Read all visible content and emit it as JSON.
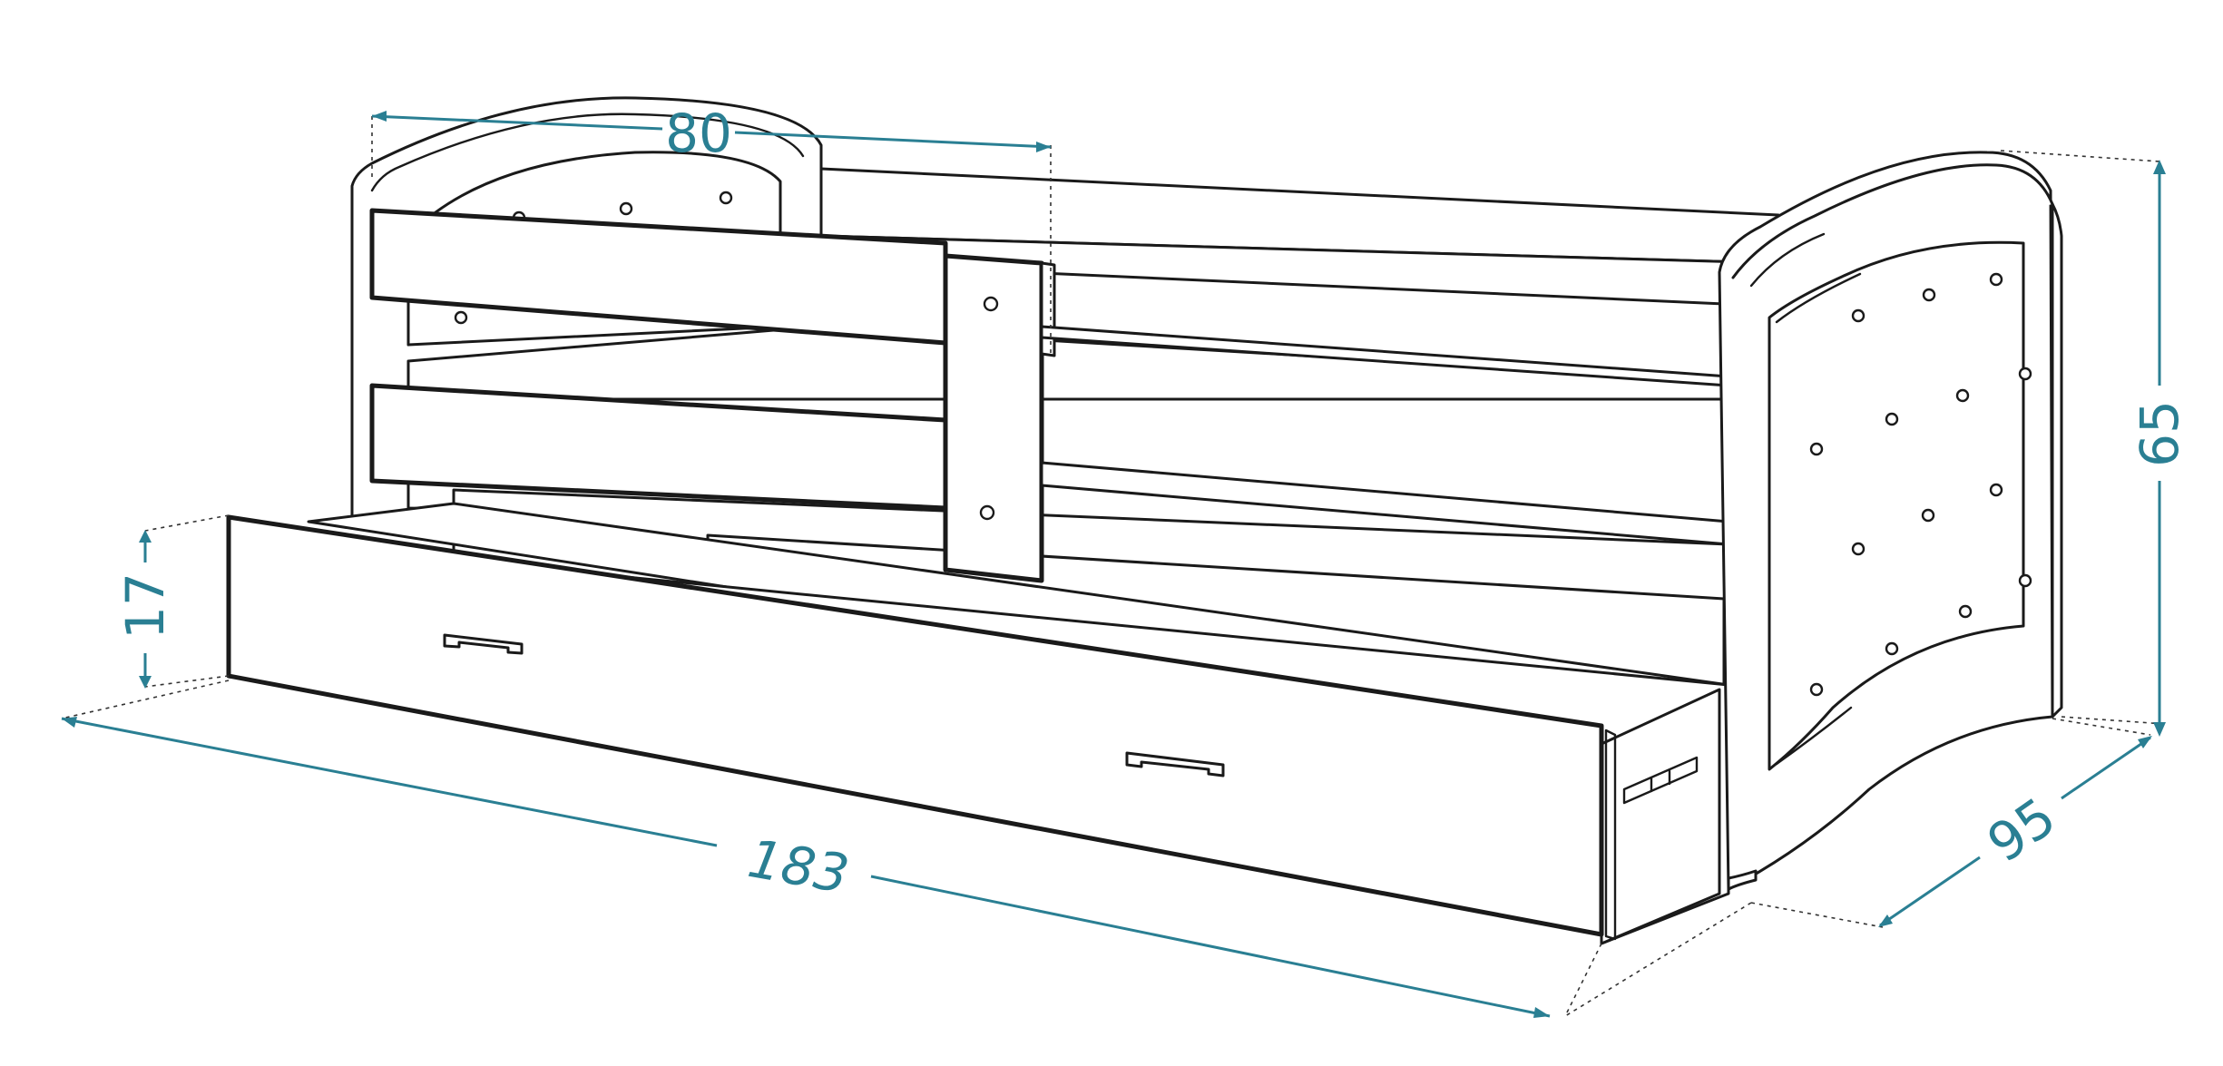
{
  "dimensions": {
    "width_top": "80",
    "length": "183",
    "height": "65",
    "depth": "95",
    "drawer_height": "17"
  },
  "colors": {
    "dimension": "#2a7f93",
    "outline": "#1a1a1a",
    "background": "#ffffff"
  }
}
